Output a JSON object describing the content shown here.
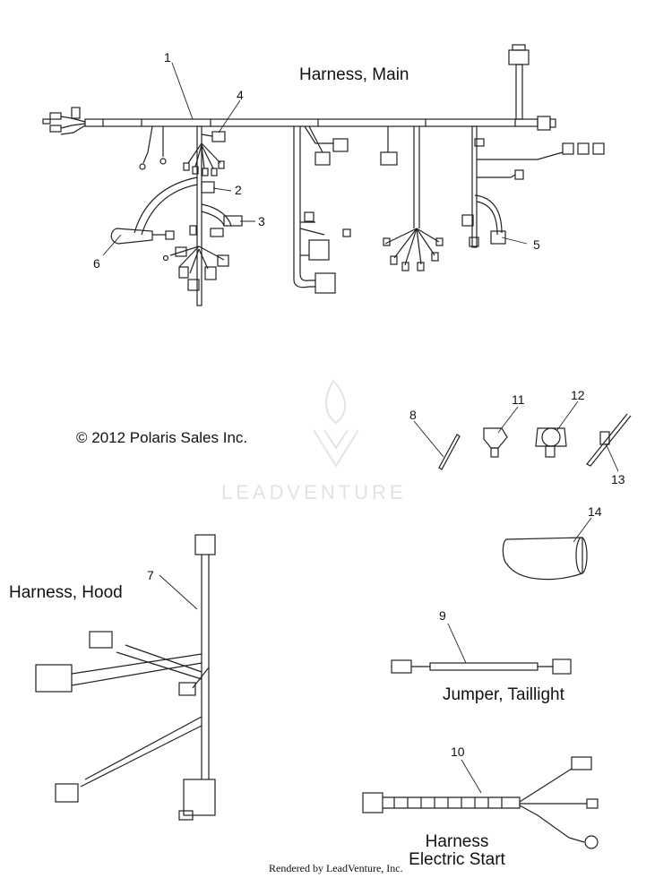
{
  "titles": {
    "main_harness": "Harness, Main",
    "hood_harness": "Harness, Hood",
    "jumper_taillight": "Jumper, Taillight",
    "electric_start_line1": "Harness",
    "electric_start_line2": "Electric Start"
  },
  "copyright": "© 2012 Polaris Sales Inc.",
  "watermark": "LEADVENTURE",
  "footer": "Rendered by LeadVenture, Inc.",
  "callouts": [
    "1",
    "2",
    "3",
    "4",
    "5",
    "6",
    "7",
    "8",
    "9",
    "10",
    "11",
    "12",
    "13",
    "14"
  ],
  "colors": {
    "line": "#222222",
    "watermark": "#e2e2e2",
    "background": "#ffffff"
  }
}
